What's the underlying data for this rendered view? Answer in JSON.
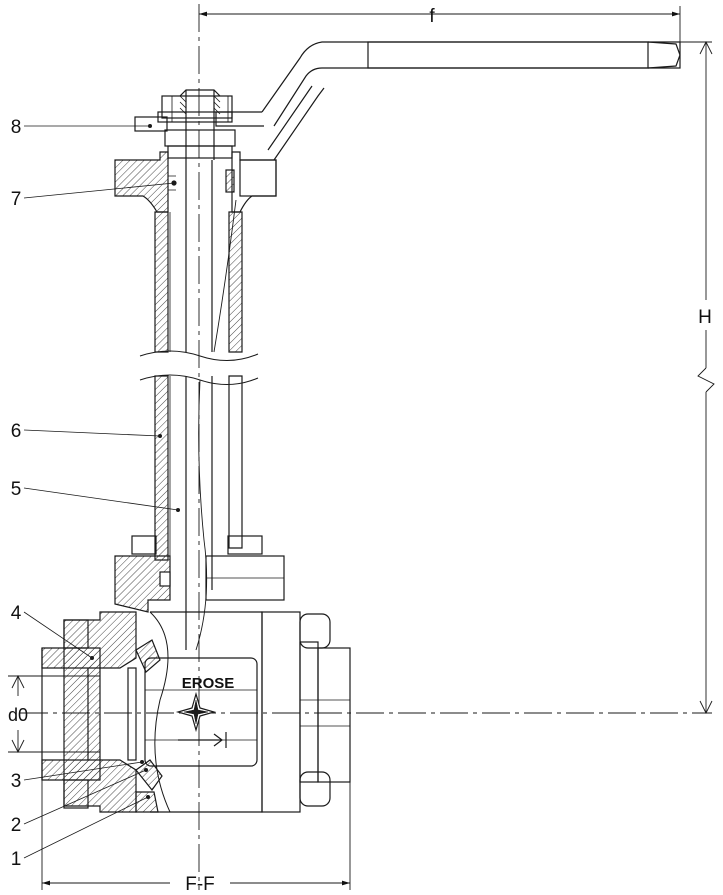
{
  "dimensions": {
    "f": "f",
    "H": "H",
    "d0": "d0",
    "FF": "F-F"
  },
  "callouts": [
    {
      "id": "8",
      "text": "8"
    },
    {
      "id": "7",
      "text": "7"
    },
    {
      "id": "6",
      "text": "6"
    },
    {
      "id": "5",
      "text": "5"
    },
    {
      "id": "4",
      "text": "4"
    },
    {
      "id": "3",
      "text": "3"
    },
    {
      "id": "2",
      "text": "2"
    },
    {
      "id": "1",
      "text": "1"
    }
  ],
  "body_marking": "EROSE",
  "colors": {
    "ink": "#1a1a1a",
    "hatch": "#333333",
    "paper": "#ffffff"
  }
}
